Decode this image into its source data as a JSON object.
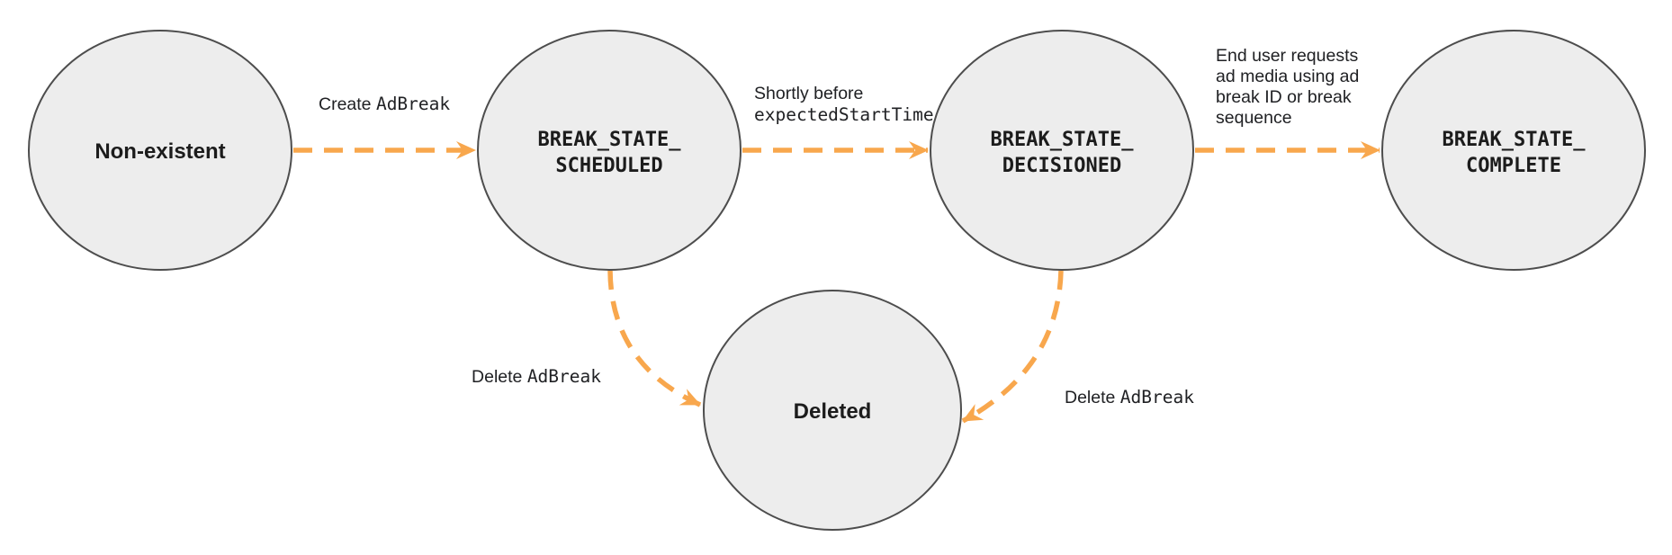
{
  "colors": {
    "arrow": "#F8A74D",
    "node-fill": "#EDEDED",
    "node-border": "#4D4D4D",
    "node-text": "#1C1C1C",
    "label-text": "#202124",
    "background": "#FFFFFF"
  },
  "states": [
    {
      "id": "non-existent",
      "label": "Non-existent"
    },
    {
      "id": "break-state-scheduled",
      "line1": "BREAK_STATE_",
      "line2": "SCHEDULED"
    },
    {
      "id": "break-state-decisioned",
      "line1": "BREAK_STATE_",
      "line2": "DECISIONED"
    },
    {
      "id": "break-state-complete",
      "line1": "BREAK_STATE_",
      "line2": "COMPLETE"
    },
    {
      "id": "deleted",
      "label": "Deleted"
    }
  ],
  "transitions": [
    {
      "from": "non-existent",
      "to": "break-state-scheduled",
      "label_sans": "Create ",
      "label_code": "AdBreak"
    },
    {
      "from": "break-state-scheduled",
      "to": "break-state-decisioned",
      "line1_sans": "Shortly before",
      "line2_code": "expectedStartTime"
    },
    {
      "from": "break-state-decisioned",
      "to": "break-state-complete",
      "line1": "End user requests",
      "line2": "ad media using ad",
      "line3": "break ID or break",
      "line4": "sequence"
    },
    {
      "from": "break-state-scheduled",
      "to": "deleted",
      "label_sans": "Delete ",
      "label_code": "AdBreak"
    },
    {
      "from": "break-state-decisioned",
      "to": "deleted",
      "label_sans": "Delete ",
      "label_code": "AdBreak"
    }
  ]
}
